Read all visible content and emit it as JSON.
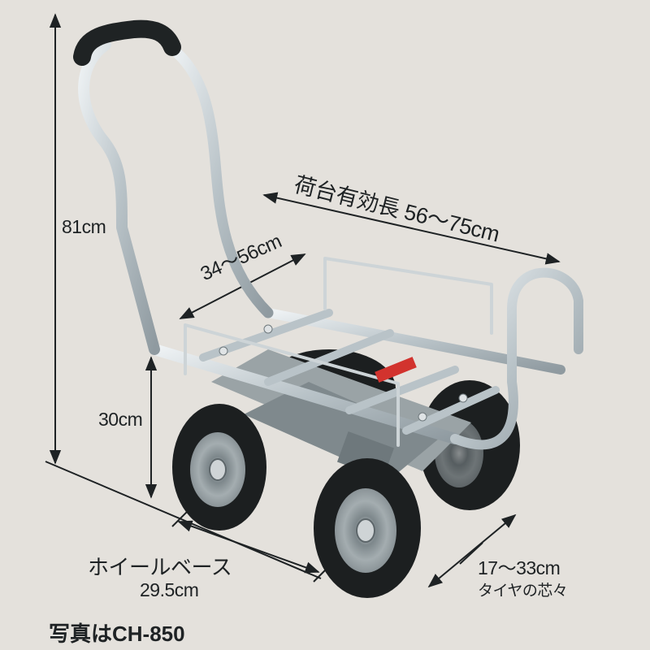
{
  "colors": {
    "background": "#e4e1dc",
    "text": "#1e2224",
    "frame": "#b9c3c8",
    "frame_highlight": "#eef2f4",
    "tire": "#1c1f20",
    "hub": "#9aa3a6",
    "grip": "#1f2324",
    "sticker": "#d2332e"
  },
  "dimensions": {
    "bed_length": {
      "label": "荷台有効長 56～75cm"
    },
    "bed_width": {
      "label": "34～56cm"
    },
    "overall_height": {
      "label": "81cm"
    },
    "bed_height": {
      "label": "30cm"
    },
    "wheelbase": {
      "title": "ホイールベース",
      "value": "29.5cm"
    },
    "tire_track": {
      "value": "17～33cm",
      "title": "タイヤの芯々"
    }
  },
  "caption": "写真はCH-850"
}
